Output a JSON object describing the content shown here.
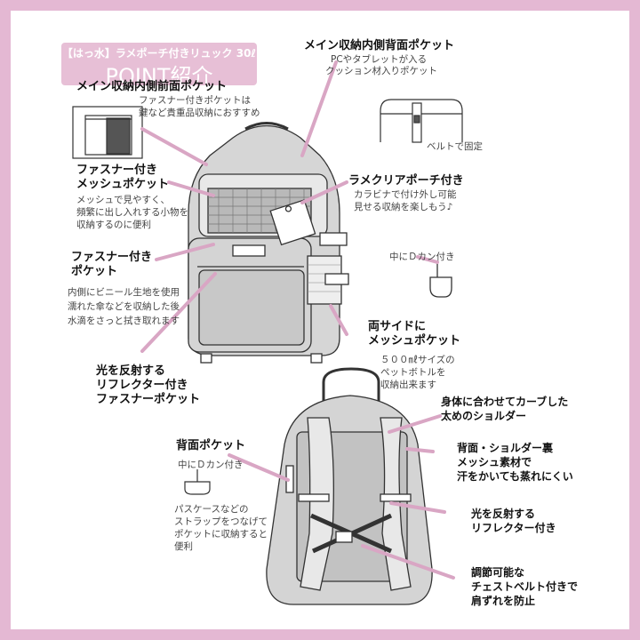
{
  "title": {
    "tag": "【はっ水】ラメポーチ付きリュック 30ℓ",
    "heading": "POINT紹介"
  },
  "features": [
    {
      "label": "メイン収納内側背面ポケット",
      "desc": [
        "PCやタブレットが入る",
        "クッション材入りポケット"
      ]
    },
    {
      "label": "メイン収納内側前面ポケット",
      "desc": [
        "ファスナー付きポケットは",
        "鍵など貴重品収納におすすめ"
      ]
    },
    {
      "label": "ベルトで固定"
    },
    {
      "label": "ファスナー付き\nメッシュポケット",
      "desc": [
        "メッシュで見やすく、",
        "頻繁に出し入れする小物を",
        "収納するのに便利"
      ]
    },
    {
      "label": "ラメクリアポーチ付き",
      "desc": [
        "カラビナで付け外し可能",
        "見せる収納を楽しもう♪"
      ]
    },
    {
      "label": "ファスナー付き\nポケット",
      "desc": [
        "内側にビニール生地を使用",
        "濡れた傘などを収納した後",
        "水滴をさっと拭き取れます"
      ]
    },
    {
      "label": "中にＤカン付き"
    },
    {
      "label": "両サイドに\nメッシュポケット",
      "desc": [
        "５００㎖サイズの",
        "ペットボトルを",
        "収納出来ます"
      ]
    },
    {
      "label": "光を反射する\nリフレクター付き\nファスナーポケット"
    },
    {
      "label": "身体に合わせてカーブした\n太めのショルダー"
    },
    {
      "label": "背面ポケット"
    },
    {
      "label": "中にＤカン付き"
    },
    {
      "desc": [
        "パスケースなどの",
        "ストラップをつなげて",
        "ポケットに収納すると",
        "便利"
      ]
    },
    {
      "label": "背面・ショルダー裏\nメッシュ素材で\n汗をかいても蒸れにくい"
    },
    {
      "label": "光を反射する\nリフレクター付き"
    },
    {
      "label": "調節可能な\nチェストベルト付きで\n肩ずれを防止"
    }
  ],
  "colors": {
    "frame": "#e4b8d3",
    "accent": "#d9a6c4",
    "gray": "#d8d8d8",
    "ink": "#333333"
  }
}
